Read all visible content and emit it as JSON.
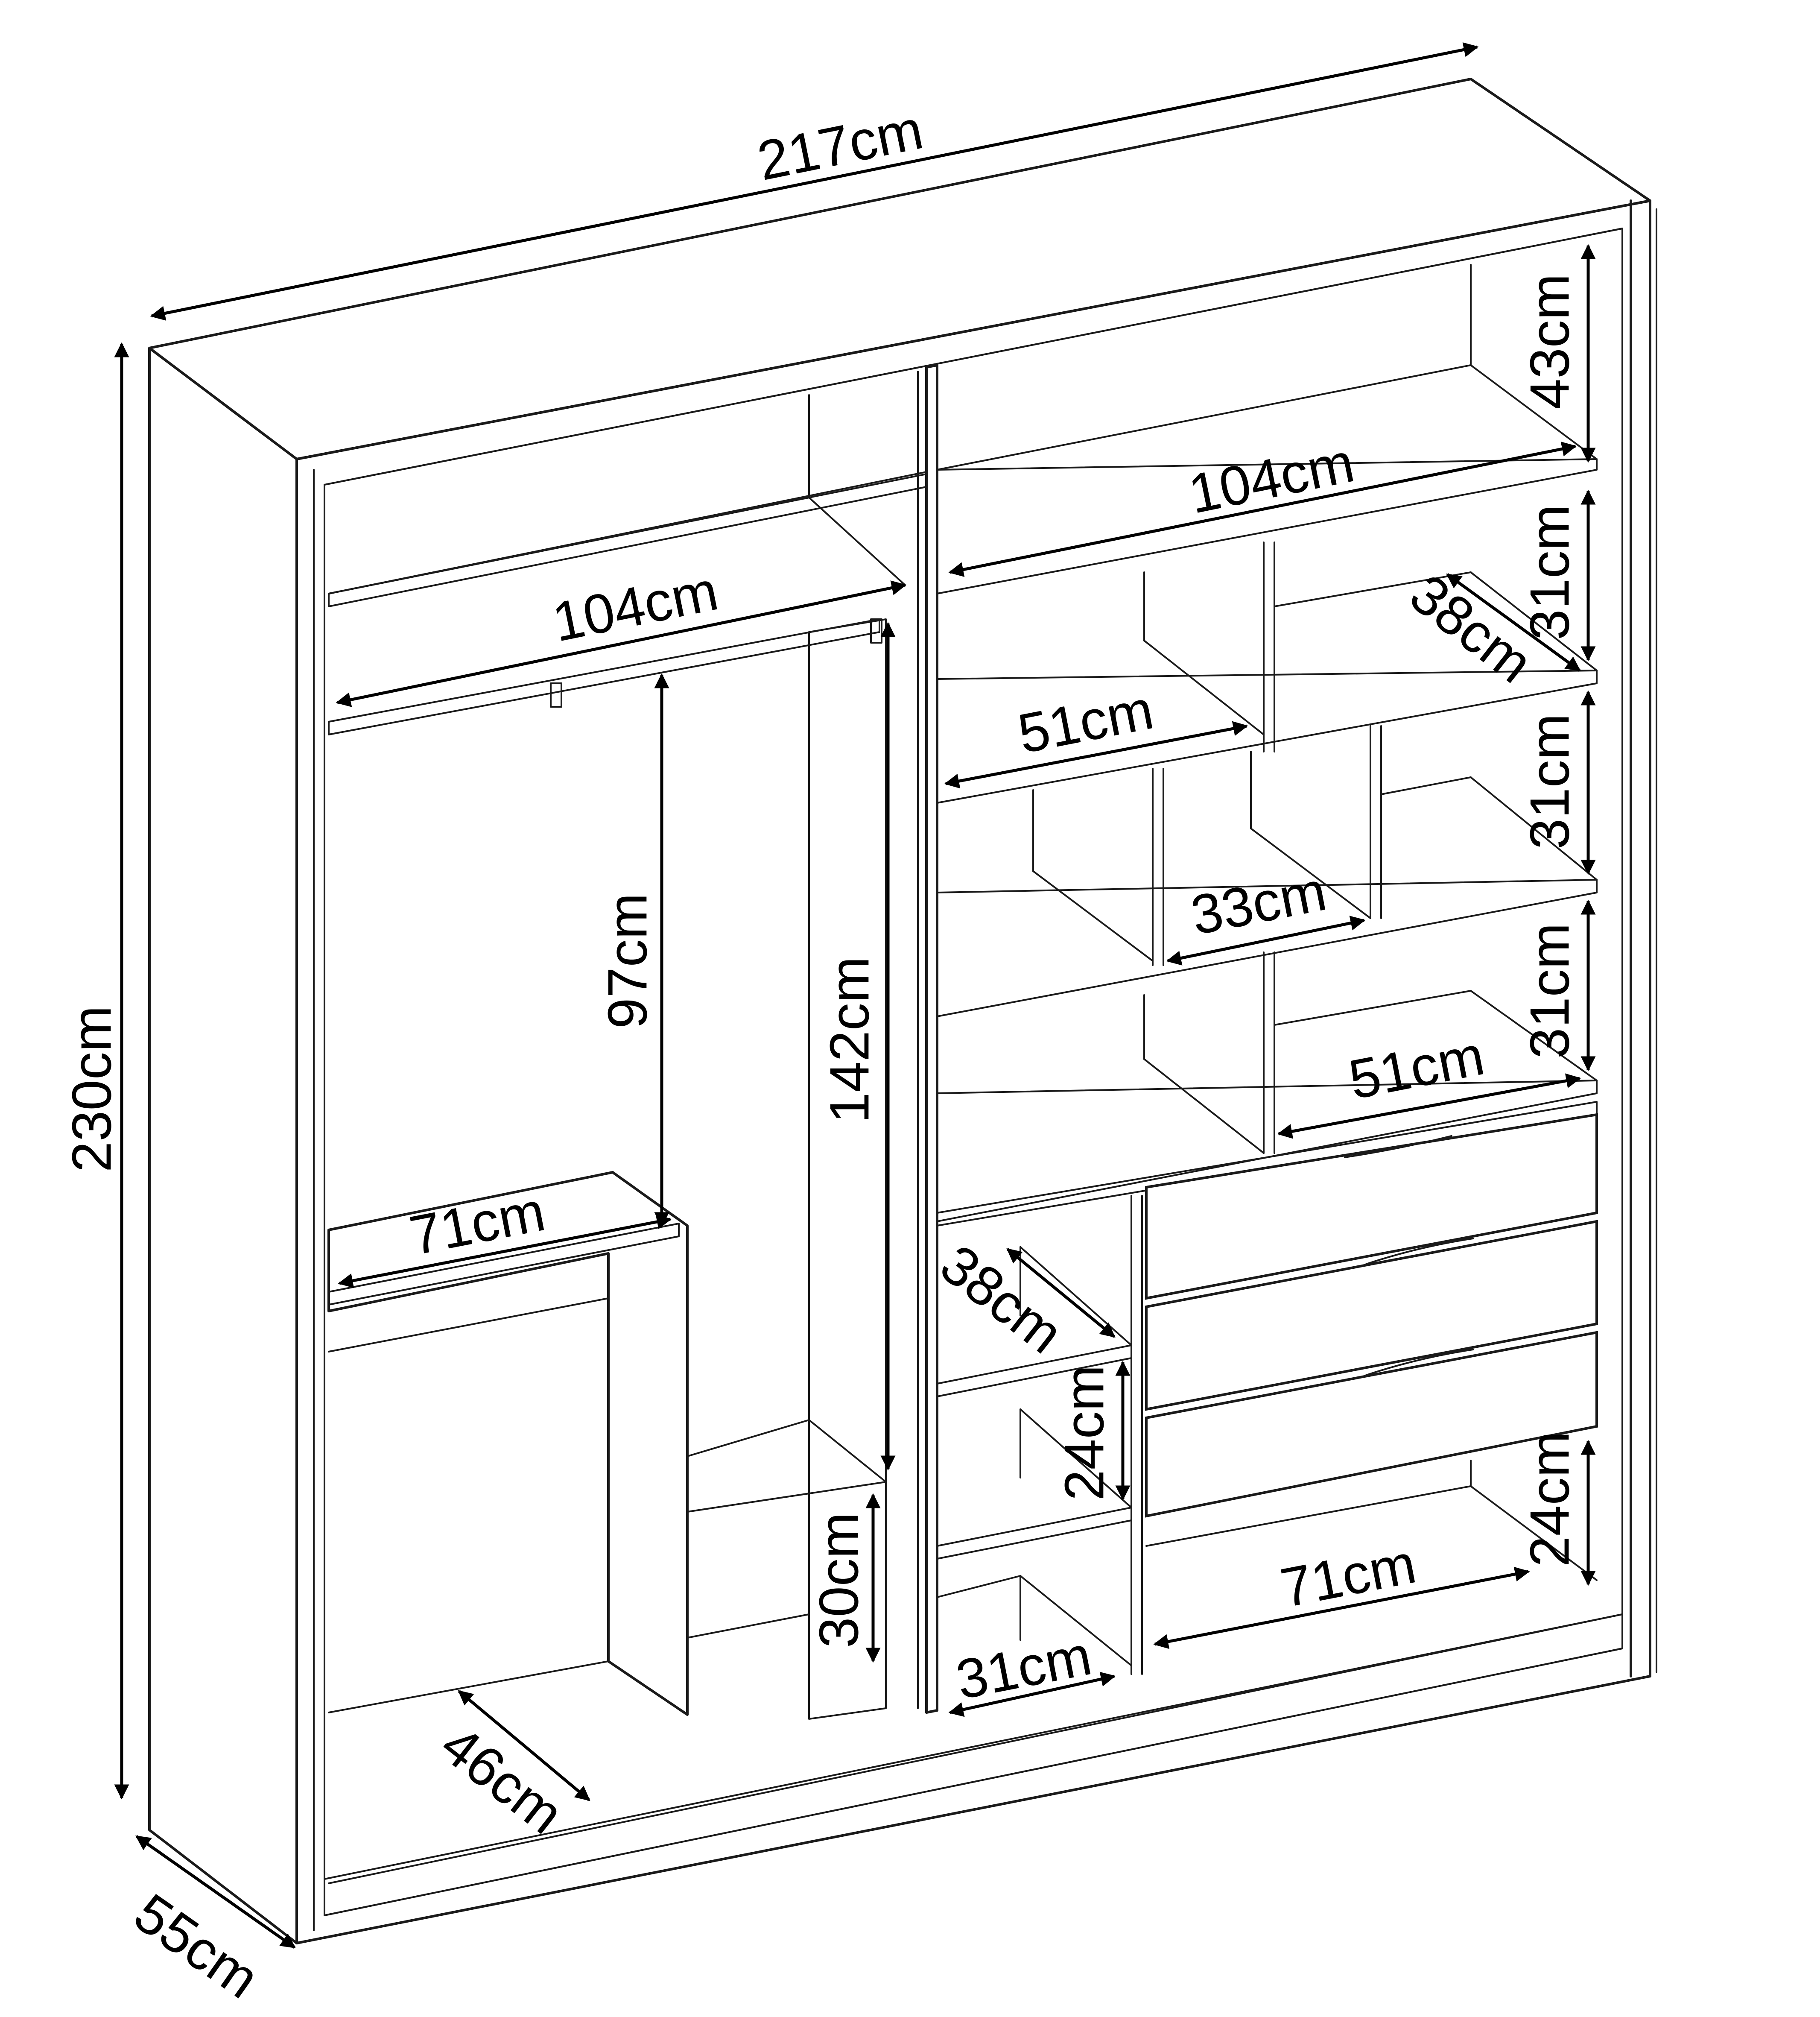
{
  "colors": {
    "line": "#1a1a1a",
    "background": "#ffffff"
  },
  "dimensions": {
    "width_total": "217cm",
    "height_total": "230cm",
    "depth": "55cm",
    "top_left_width": "104cm",
    "top_right_width": "104cm",
    "top_right_height": "43cm",
    "shelf_right_1_height": "31cm",
    "shelf_right_2_height": "31cm",
    "shelf_right_3_height": "31cm",
    "shelf_depth_right": "38cm",
    "shelf_mid_width": "51cm",
    "shelf_small_width": "33cm",
    "shelf_lower_width": "51cm",
    "hanging_height_left": "97cm",
    "hanging_height_long": "142cm",
    "inner_rail_width": "71cm",
    "lower_shelf_depth": "38cm",
    "lower_shelf_height": "24cm",
    "bottom_compartment_height": "30cm",
    "bottom_compartment_width": "31cm",
    "drawer_width": "71cm",
    "drawer_bottom_height": "24cm",
    "bottom_depth": "46cm"
  }
}
